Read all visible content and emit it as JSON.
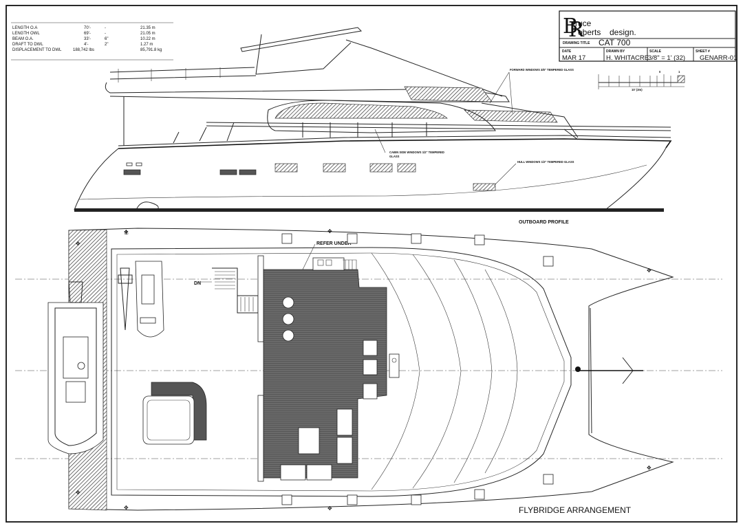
{
  "specs": [
    {
      "label": "LENGTH O.A",
      "imperial_ft": "70'-",
      "imperial_in": "-",
      "metric": "21.35 m"
    },
    {
      "label": "LENGTH OWL",
      "imperial_ft": "69'-",
      "imperial_in": "-",
      "metric": "21.05 m"
    },
    {
      "label": "BEAM O.A.",
      "imperial_ft": "33'-",
      "imperial_in": "6\"",
      "metric": "10.22 m"
    },
    {
      "label": "DRAFT TO DWL",
      "imperial_ft": "4'-",
      "imperial_in": "2\"",
      "metric": "1.27 m"
    },
    {
      "label": "DISPLACEMENT TO DWL",
      "imperial_ft": "188,742 lbs",
      "imperial_in": "",
      "metric": "85,791.8 kg"
    }
  ],
  "title_block": {
    "logo_initial_1": "B",
    "logo_initial_2": "R",
    "logo_word_1": "ruce",
    "logo_word_2": "oberts",
    "logo_word_3": "design.",
    "drawing_title_label": "DRAWING TITLE",
    "drawing_title": "CAT 700",
    "date_label": "DATE",
    "date": "MAR 17",
    "drawn_by_label": "DRAWN BY",
    "drawn_by": "H. WHITACRE",
    "scale_label": "SCALE",
    "scale": "3/8\" = 1' (32)",
    "sheet_label": "SHEET #",
    "sheet": "GENARR-01"
  },
  "scale_bar": {
    "label": "10' (3m)",
    "tick_1": "0",
    "tick_2": "1"
  },
  "profile": {
    "title": "OUTBOARD PROFILE",
    "note_forward_windows": "FORWARD WINDOWS 3/8\" TEMPERED GLASS",
    "note_cabin_windows_1": "CABIN SIDE WINDOWS 1/2\" TEMPERED",
    "note_cabin_windows_2": "GLASS",
    "note_hull_windows": "HULL WINDOWS 1/2\" TEMPERED GLASS"
  },
  "plan": {
    "title": "FLYBRIDGE ARRANGEMENT",
    "label_refer": "REFER UNDER",
    "label_dn": "DN"
  }
}
